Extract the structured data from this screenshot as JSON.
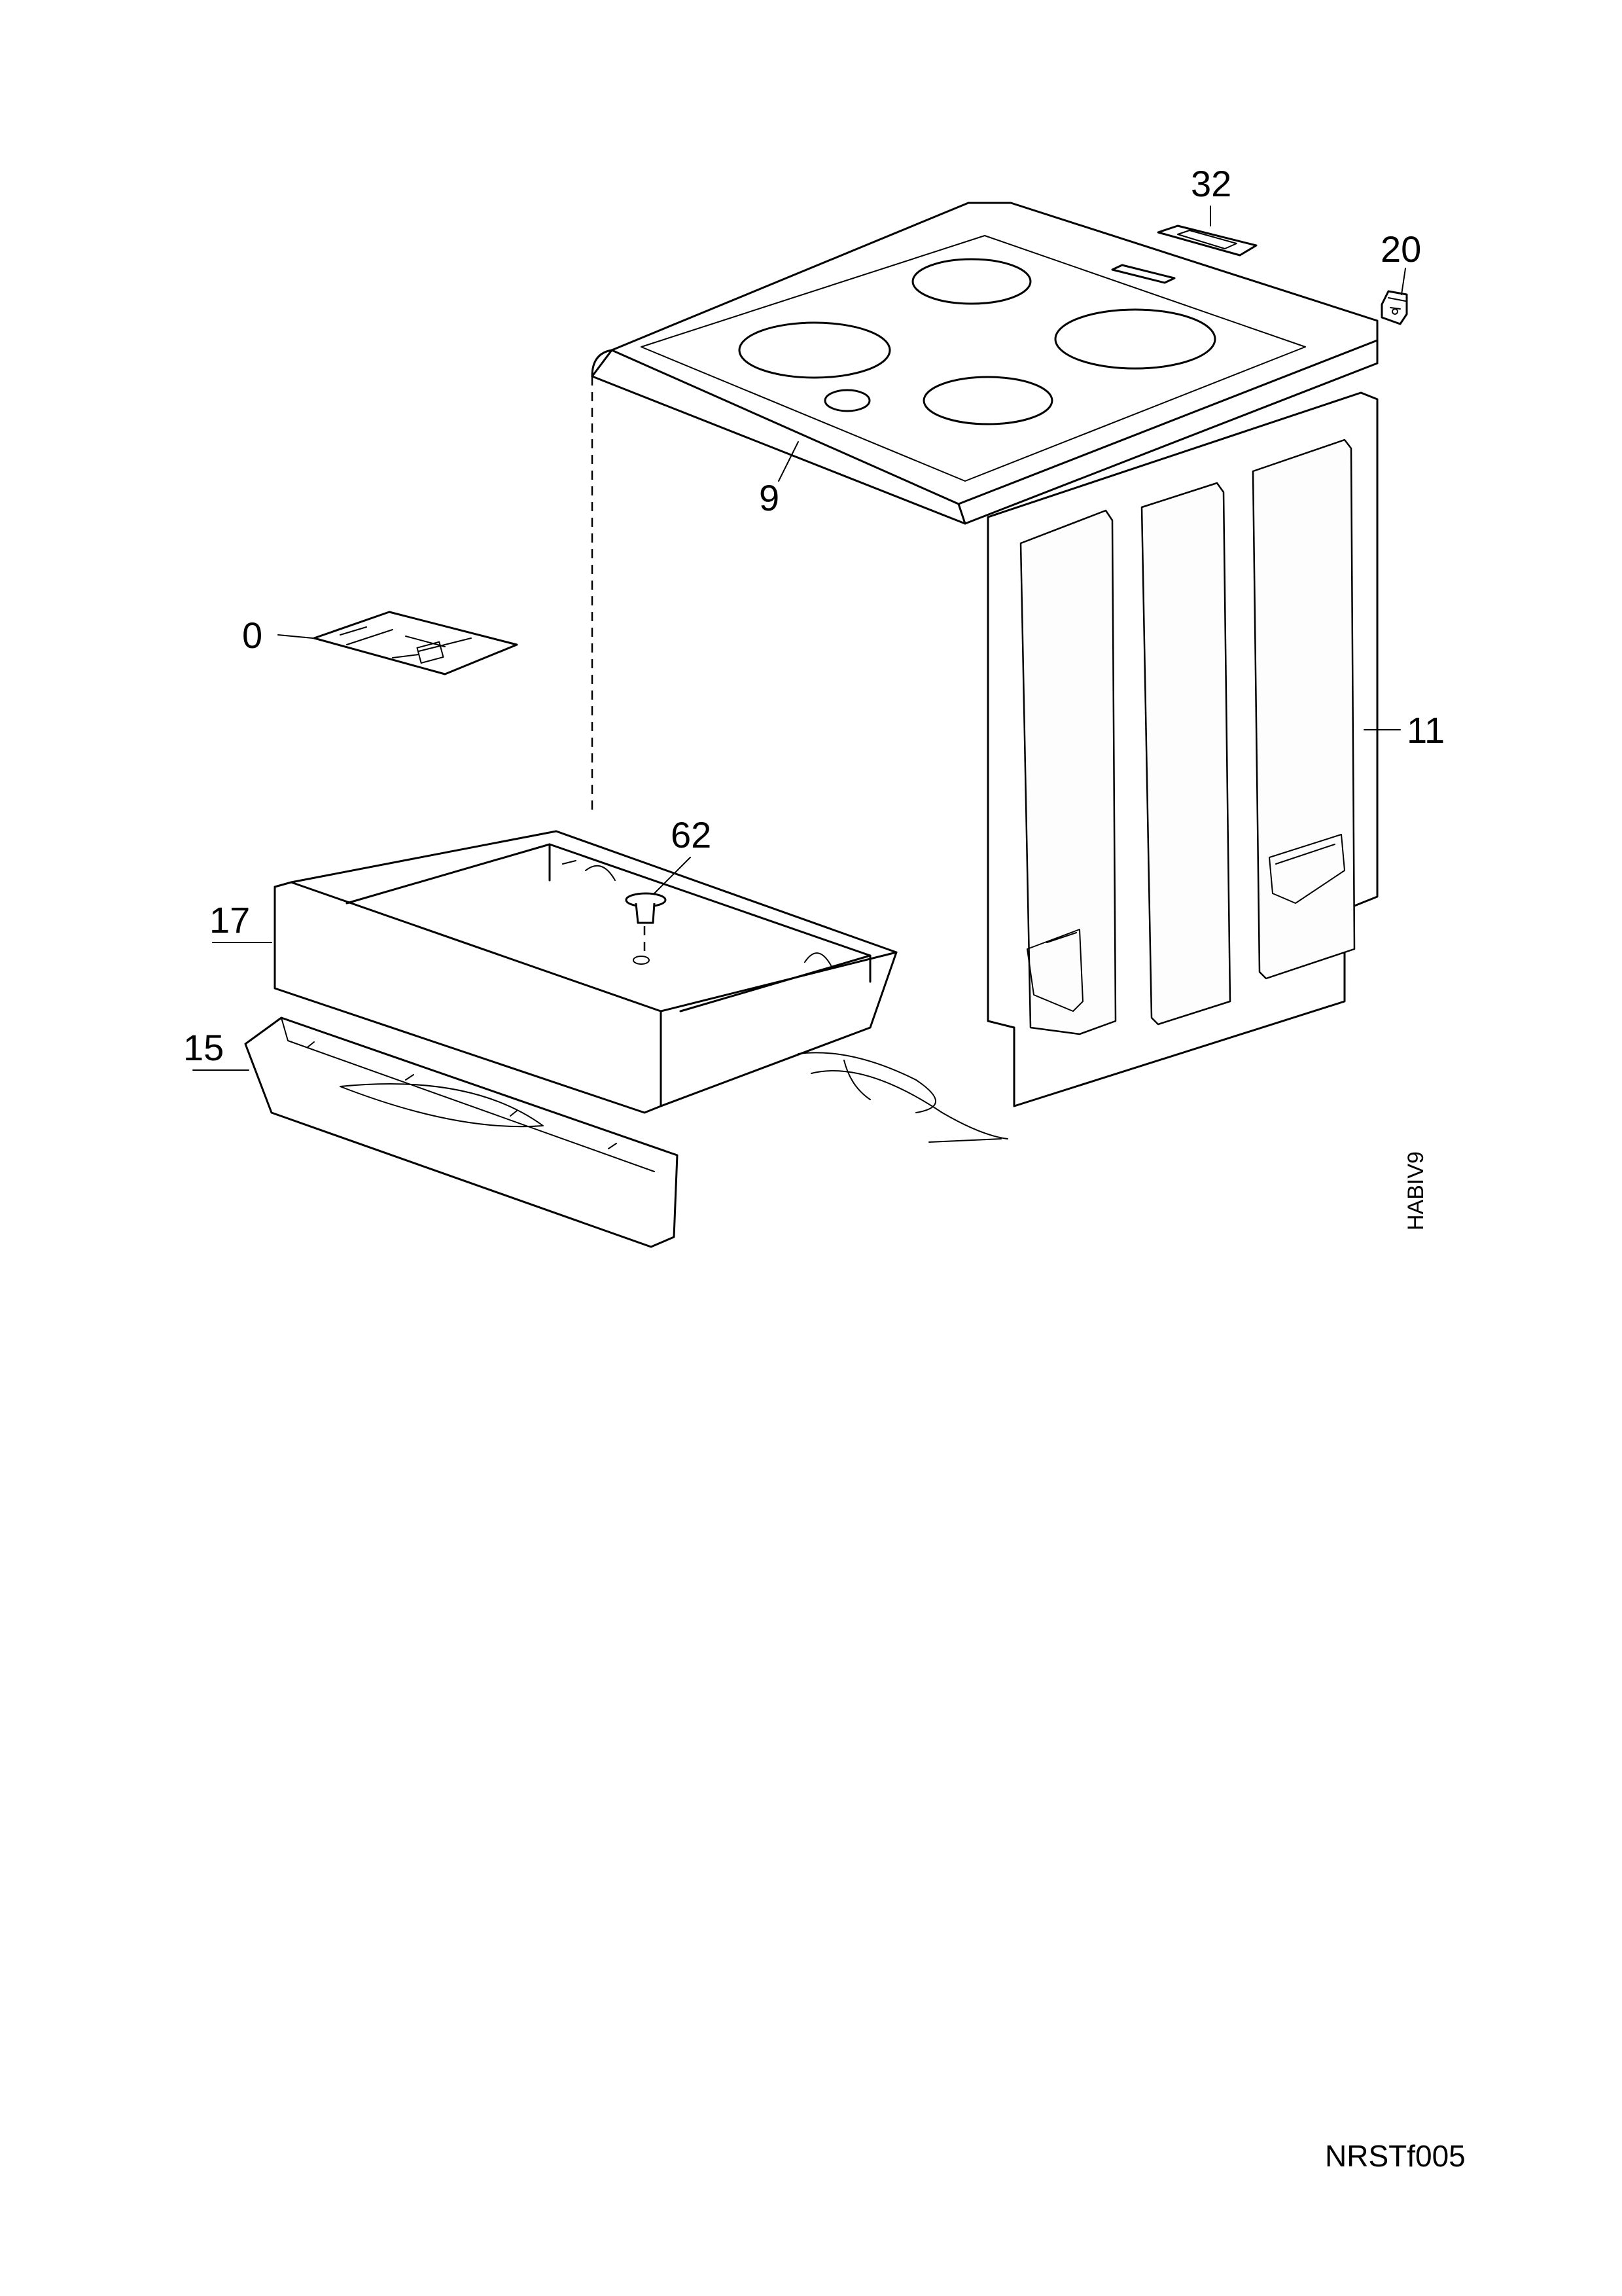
{
  "diagram": {
    "callouts": [
      {
        "id": "c32",
        "label": "32"
      },
      {
        "id": "c20",
        "label": "20"
      },
      {
        "id": "c9",
        "label": "9"
      },
      {
        "id": "c0",
        "label": "0"
      },
      {
        "id": "c11",
        "label": "11"
      },
      {
        "id": "c62",
        "label": "62"
      },
      {
        "id": "c17",
        "label": "17"
      },
      {
        "id": "c15",
        "label": "15"
      }
    ],
    "figure_code": "HABIV9",
    "page_code": "NRSTf005"
  },
  "colors": {
    "ink": "#000000",
    "paper": "#ffffff"
  }
}
